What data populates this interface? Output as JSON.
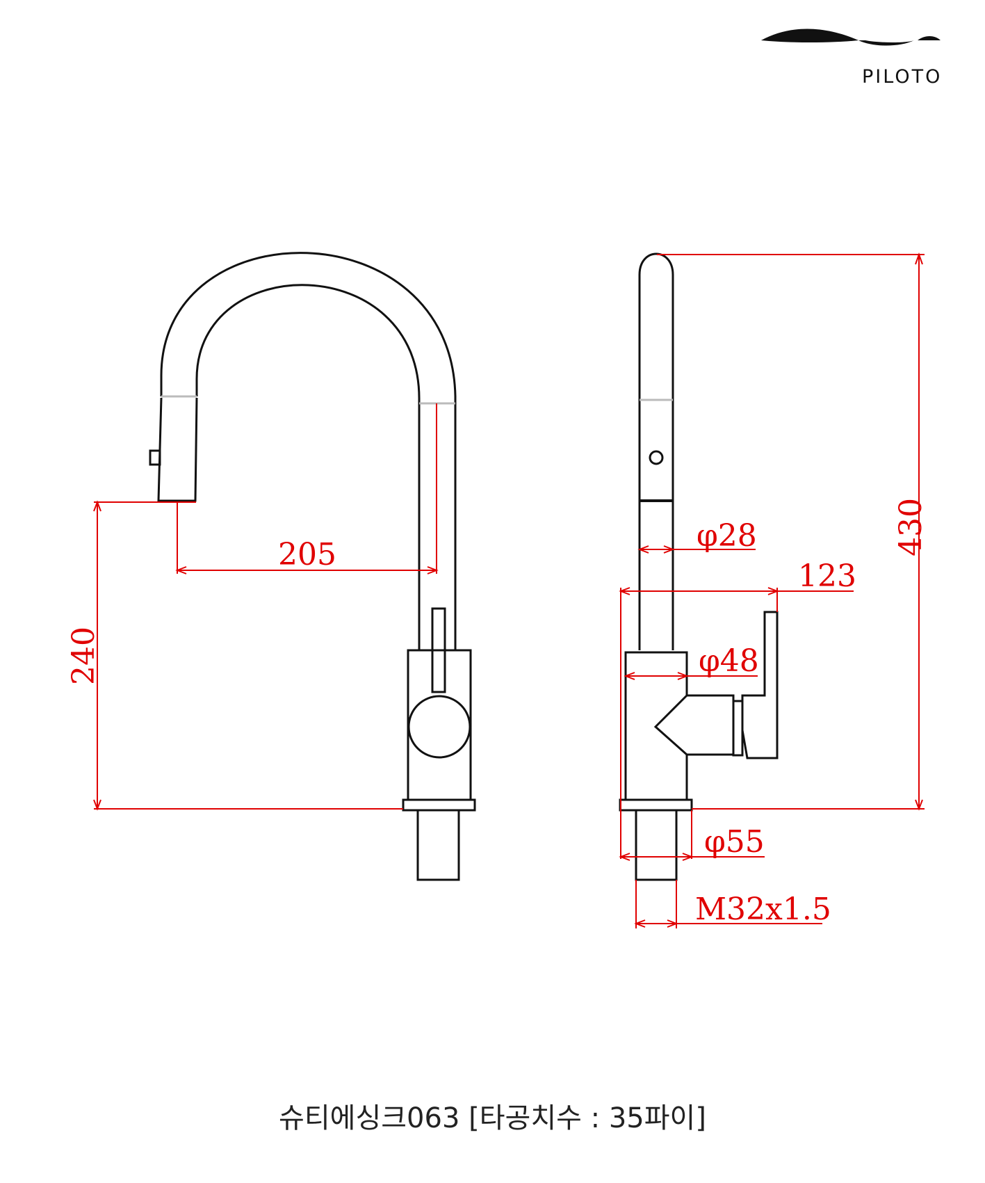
{
  "brand": {
    "name": "PILOTO",
    "logo_icon": "wave-logo-icon"
  },
  "dimensions": {
    "spout_reach": "205",
    "spout_height": "240",
    "total_height": "430",
    "tube_diameter": "φ28",
    "body_depth": "123",
    "body_diameter": "φ48",
    "base_diameter": "φ55",
    "thread": "M32x1.5"
  },
  "caption": "슈티에싱크063 [타공치수 : 35파이]",
  "colors": {
    "dimension_line": "#e00000",
    "outline": "#111111"
  }
}
